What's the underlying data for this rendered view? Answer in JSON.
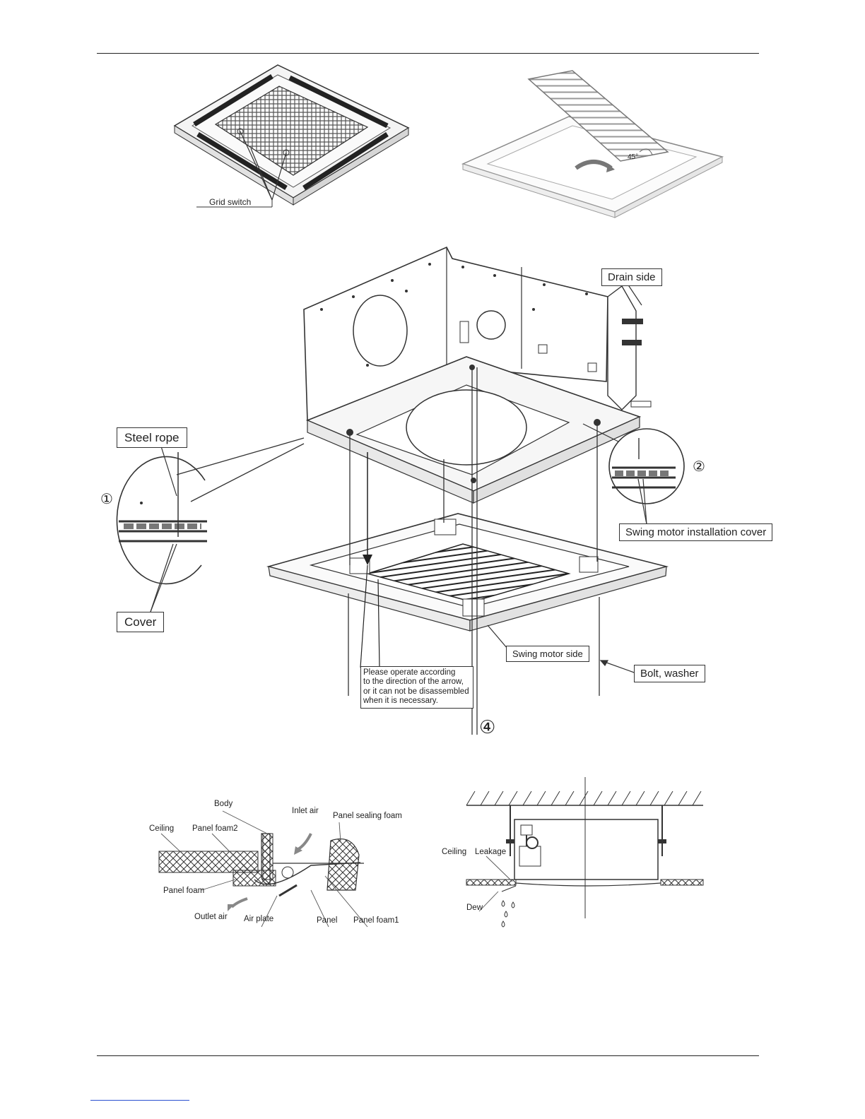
{
  "figure1": {
    "grid_switch_label": "Grid switch",
    "angle_label": "45°"
  },
  "figure2": {
    "drain_side": "Drain side",
    "steel_rope": "Steel rope",
    "cover": "Cover",
    "swing_motor_installation_cover": "Swing motor installation cover",
    "swing_motor_side": "Swing motor side",
    "bolt_washer": "Bolt, washer",
    "note_lines": [
      "Please operate according",
      "to the direction of the arrow,",
      "or it can not be disassembled",
      "when it is necessary."
    ],
    "markers": {
      "one": "①",
      "two": "②",
      "four": "④"
    }
  },
  "figure3": {
    "body": "Body",
    "inlet_air": "Inlet air",
    "ceiling": "Ceiling",
    "panel_foam2": "Panel foam2",
    "panel_sealing_foam": "Panel sealing foam",
    "panel_foam": "Panel foam",
    "outlet_air": "Outlet air",
    "air_plate": "Air plate",
    "panel": "Panel",
    "panel_foam1": "Panel foam1"
  },
  "figure4": {
    "ceiling": "Ceiling",
    "leakage": "Leakage",
    "dew": "Dew"
  }
}
